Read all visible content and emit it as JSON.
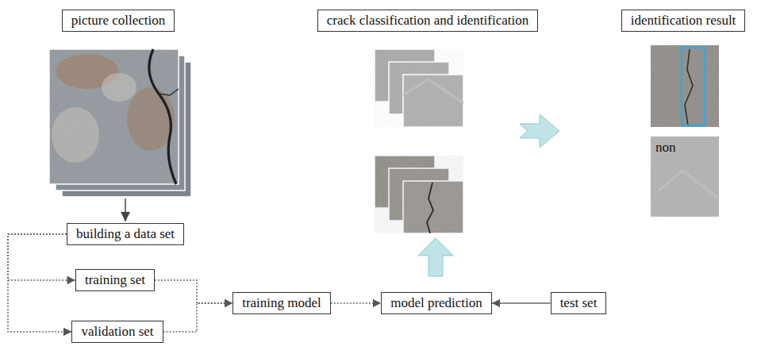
{
  "diagram": {
    "nodes": [
      {
        "text": [
          "picture collection"
        ]
      },
      {
        "text": [
          "crack classification and identification"
        ]
      },
      {
        "text": [
          "identification result"
        ]
      },
      {
        "text": [
          "building a data set"
        ]
      },
      {
        "text": [
          "training set"
        ]
      },
      {
        "text": [
          "validation set"
        ]
      },
      {
        "text": [
          "training model"
        ]
      },
      {
        "text": [
          "model prediction"
        ]
      },
      {
        "text": [
          "test set"
        ]
      }
    ],
    "edges": [
      {
        "from": 3,
        "to": 4,
        "arrow": "to"
      },
      {
        "from": 3,
        "to": 5,
        "arrow": "to"
      },
      {
        "from": 4,
        "to": 6,
        "arrow": "to"
      },
      {
        "from": 5,
        "to": 6,
        "arrow": "to"
      },
      {
        "from": 6,
        "to": 7,
        "arrow": "to"
      },
      {
        "from": 8,
        "to": 7,
        "arrow": "to"
      }
    ],
    "labels": [
      "non"
    ]
  }
}
